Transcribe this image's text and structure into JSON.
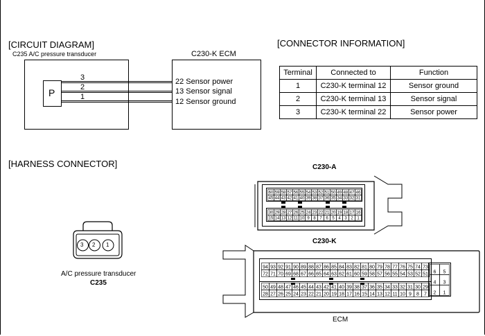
{
  "circuit": {
    "heading": "[CIRCUIT DIAGRAM]",
    "sensor_name": "C235 A/C pressure transducer",
    "sensor_symbol": "P",
    "ecm_name": "C230-K ECM",
    "pins": [
      "3",
      "2",
      "1"
    ],
    "ecm_pins": [
      "22 Sensor power",
      "13 Sensor signal",
      "12 Sensor ground"
    ]
  },
  "connector_info": {
    "heading": "[CONNECTOR INFORMATION]",
    "headers": [
      "Terminal",
      "Connected to",
      "Function"
    ],
    "rows": [
      [
        "1",
        "C230-K  terminal 12",
        "Sensor ground"
      ],
      [
        "2",
        "C230-K  terminal 13",
        "Sensor signal"
      ],
      [
        "3",
        "C230-K  terminal 22",
        "Sensor power"
      ]
    ]
  },
  "harness": {
    "heading": "[HARNESS CONNECTOR]",
    "sensor_conn_pins": [
      "3",
      "2",
      "1"
    ],
    "sensor_caption": "A/C pressure transducer",
    "sensor_code": "C235",
    "c230a_label": "C230-A",
    "c230a_rows": [
      [
        "60",
        "59",
        "58",
        "57",
        "56",
        "55",
        "54",
        "53",
        "52",
        "51",
        "50",
        "49",
        "48",
        "47",
        "46"
      ],
      [
        "45",
        "44",
        "43",
        "42",
        "41",
        "40",
        "39",
        "38",
        "37",
        "36",
        "35",
        "34",
        "33",
        "32",
        "31"
      ],
      [
        "30",
        "29",
        "28",
        "27",
        "26",
        "25",
        "24",
        "23",
        "22",
        "21",
        "20",
        "19",
        "18",
        "17",
        "16"
      ],
      [
        "15",
        "14",
        "13",
        "12",
        "11",
        "10",
        "9",
        "8",
        "7",
        "6",
        "5",
        "4",
        "3",
        "2",
        "1"
      ]
    ],
    "c230k_label": "C230-K",
    "c230k_rows": [
      [
        "94",
        "93",
        "92",
        "91",
        "90",
        "89",
        "88",
        "87",
        "86",
        "85",
        "84",
        "83",
        "82",
        "81",
        "80",
        "79",
        "78",
        "77",
        "76",
        "75",
        "74",
        "73"
      ],
      [
        "72",
        "71",
        "70",
        "69",
        "68",
        "67",
        "66",
        "65",
        "64",
        "63",
        "62",
        "61",
        "60",
        "59",
        "58",
        "57",
        "56",
        "55",
        "54",
        "53",
        "52",
        "51"
      ],
      [
        "50",
        "49",
        "48",
        "47",
        "46",
        "45",
        "44",
        "43",
        "42",
        "41",
        "40",
        "39",
        "38",
        "37",
        "36",
        "35",
        "34",
        "33",
        "32",
        "31",
        "30",
        "29"
      ],
      [
        "28",
        "27",
        "26",
        "25",
        "24",
        "23",
        "22",
        "21",
        "20",
        "19",
        "18",
        "17",
        "16",
        "15",
        "14",
        "13",
        "12",
        "11",
        "10",
        "9",
        "8",
        "7"
      ]
    ],
    "c230k_side": [
      [
        "6",
        "5"
      ],
      [
        "4",
        "3"
      ],
      [
        "2",
        "1"
      ]
    ],
    "ecm_caption": "ECM"
  }
}
